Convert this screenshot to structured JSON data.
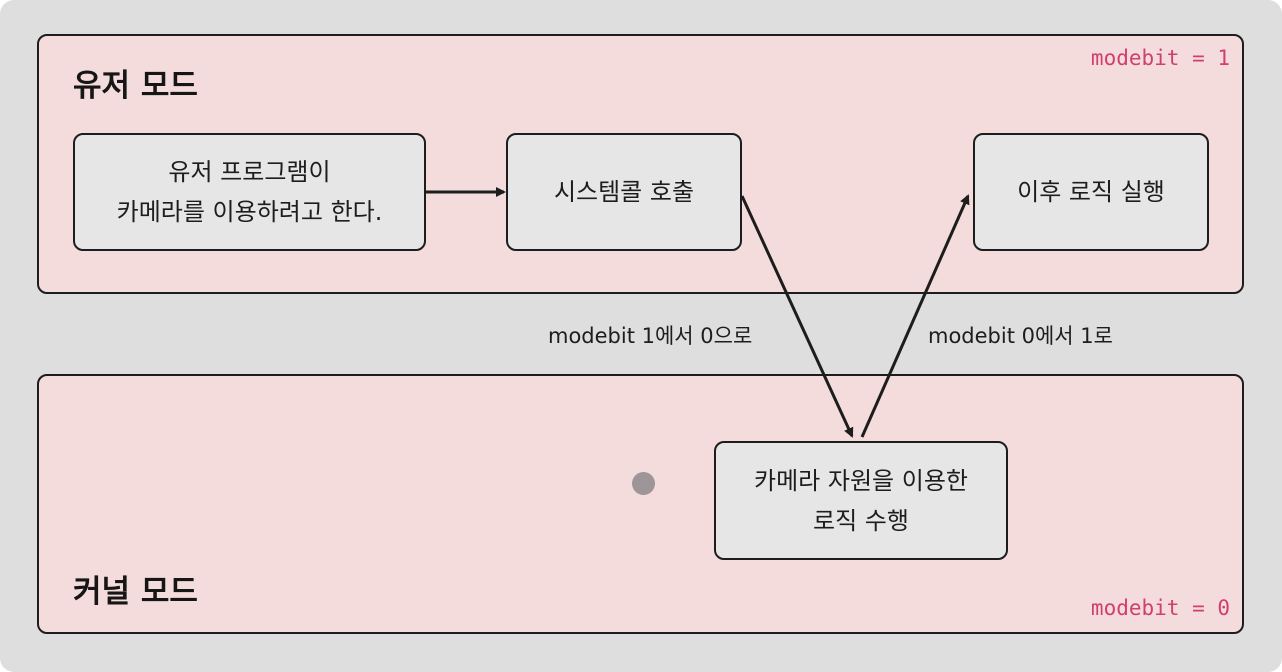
{
  "user_mode": {
    "title": "유저 모드",
    "modebit": "modebit = 1"
  },
  "kernel_mode": {
    "title": "커널 모드",
    "modebit": "modebit = 0"
  },
  "nodes": {
    "user_program": {
      "line1": "유저 프로그램이",
      "line2": "카메라를 이용하려고 한다."
    },
    "system_call": {
      "line1": "시스템콜 호출"
    },
    "continue_logic": {
      "line1": "이후 로직 실행"
    },
    "kernel_logic": {
      "line1": "카메라 자원을 이용한",
      "line2": "로직 수행"
    }
  },
  "edges": {
    "to_kernel": "modebit 1에서 0으로",
    "to_user": "modebit 0에서 1로"
  },
  "colors": {
    "background": "#dedede",
    "zone_fill": "#f4dcdd",
    "box_fill": "#e6e6e6",
    "stroke": "#1d1d1d",
    "modebit_accent": "#d0406a",
    "cursor": "#9d9597"
  }
}
